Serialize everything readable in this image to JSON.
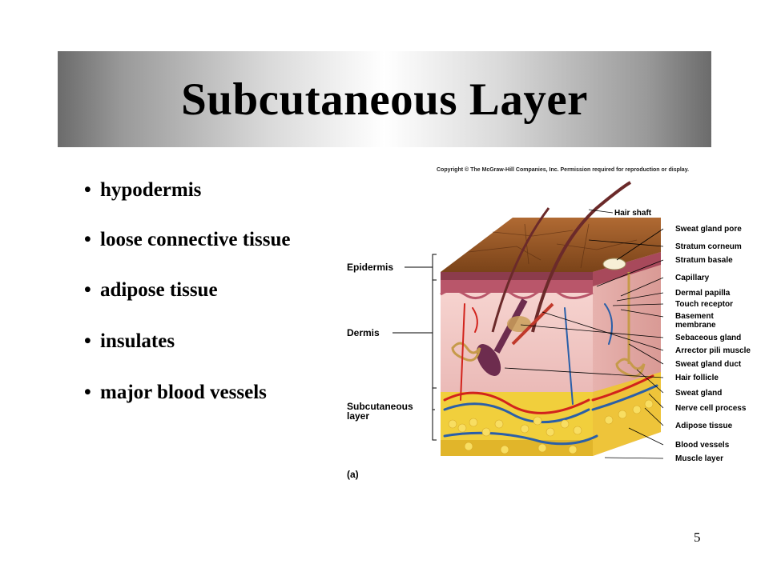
{
  "slide": {
    "title": "Subcutaneous Layer",
    "page_number": "5",
    "bullets": [
      "hypodermis",
      "loose connective tissue",
      "adipose tissue",
      "insulates",
      "major blood vessels"
    ]
  },
  "figure": {
    "copyright": "Copyright © The McGraw-Hill Companies, Inc. Permission required for reproduction or display.",
    "panel_label": "(a)",
    "left_labels": {
      "epidermis": "Epidermis",
      "dermis": "Dermis",
      "subcutaneous_line1": "Subcutaneous",
      "subcutaneous_line2": "layer"
    },
    "right_labels": [
      "Hair shaft",
      "Sweat gland pore",
      "Stratum corneum",
      "Stratum basale",
      "Capillary",
      "Dermal papilla",
      "Touch receptor",
      "Basement",
      "membrane",
      "Sebaceous gland",
      "Arrector pili muscle",
      "Sweat gland duct",
      "Hair follicle",
      "Sweat gland",
      "Nerve cell process",
      "Adipose tissue",
      "Blood vessels",
      "Muscle layer"
    ]
  },
  "colors": {
    "epidermis_top": "#9b5b2a",
    "dermis": "#f3c9c6",
    "fat": "#f2d24a",
    "artery": "#d2231c",
    "vein": "#2a5fa8"
  }
}
